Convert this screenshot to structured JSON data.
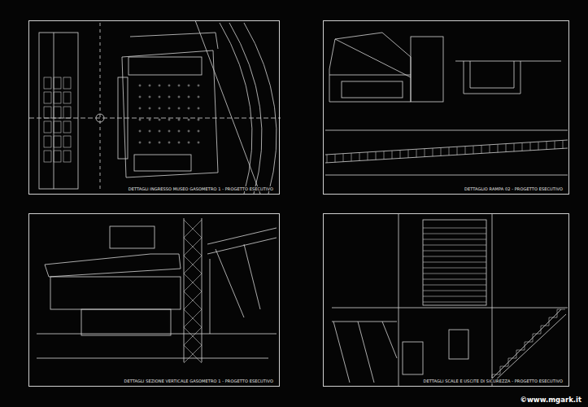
{
  "diagram": {
    "nodes": [
      {
        "text": [
          "DETTAGLI INGRESSO MUSEO GASOMETRO 1 - PROGETTO ESECUTIVO"
        ]
      },
      {
        "text": [
          "DETTAGLIO RAMPA 02 - PROGETTO ESECUTIVO"
        ]
      },
      {
        "text": [
          "DETTAGLI SEZIONE VERTICALE GASOMETRO 1 - PROGETTO ESECUTIVO"
        ]
      },
      {
        "text": [
          "DETTAGLI SCALE E USCITE DI SICUREZZA - PROGETTO ESECUTIVO"
        ]
      }
    ],
    "labels": [
      "©www.mgark.it"
    ]
  }
}
